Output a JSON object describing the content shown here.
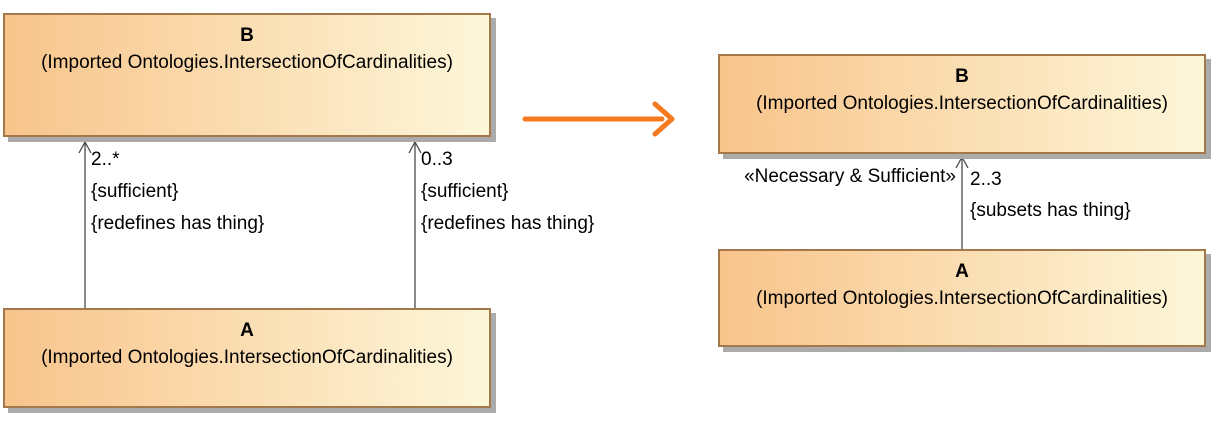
{
  "before": {
    "class_b": {
      "name": "B",
      "package": "(Imported Ontologies.IntersectionOfCardinalities)"
    },
    "class_a": {
      "name": "A",
      "package": "(Imported Ontologies.IntersectionOfCardinalities)"
    },
    "edge_left": {
      "multiplicity": "2..*",
      "constraints": [
        "{sufficient}",
        "{redefines has thing}"
      ]
    },
    "edge_right": {
      "multiplicity": "0..3",
      "constraints": [
        "{sufficient}",
        "{redefines has thing}"
      ]
    }
  },
  "after": {
    "class_b": {
      "name": "B",
      "package": "(Imported Ontologies.IntersectionOfCardinalities)"
    },
    "class_a": {
      "name": "A",
      "package": "(Imported Ontologies.IntersectionOfCardinalities)"
    },
    "edge": {
      "stereotype": "«Necessary & Sufficient»",
      "multiplicity": "2..3",
      "constraint": "{subsets has thing}"
    }
  },
  "colors": {
    "box_fill_start": "#f8c48b",
    "box_fill_end": "#fdf7da",
    "box_border": "#a3784a",
    "box_shadow": "#ababab",
    "edge_line": "#4a4a4a",
    "transform_arrow": "#f5791f"
  }
}
